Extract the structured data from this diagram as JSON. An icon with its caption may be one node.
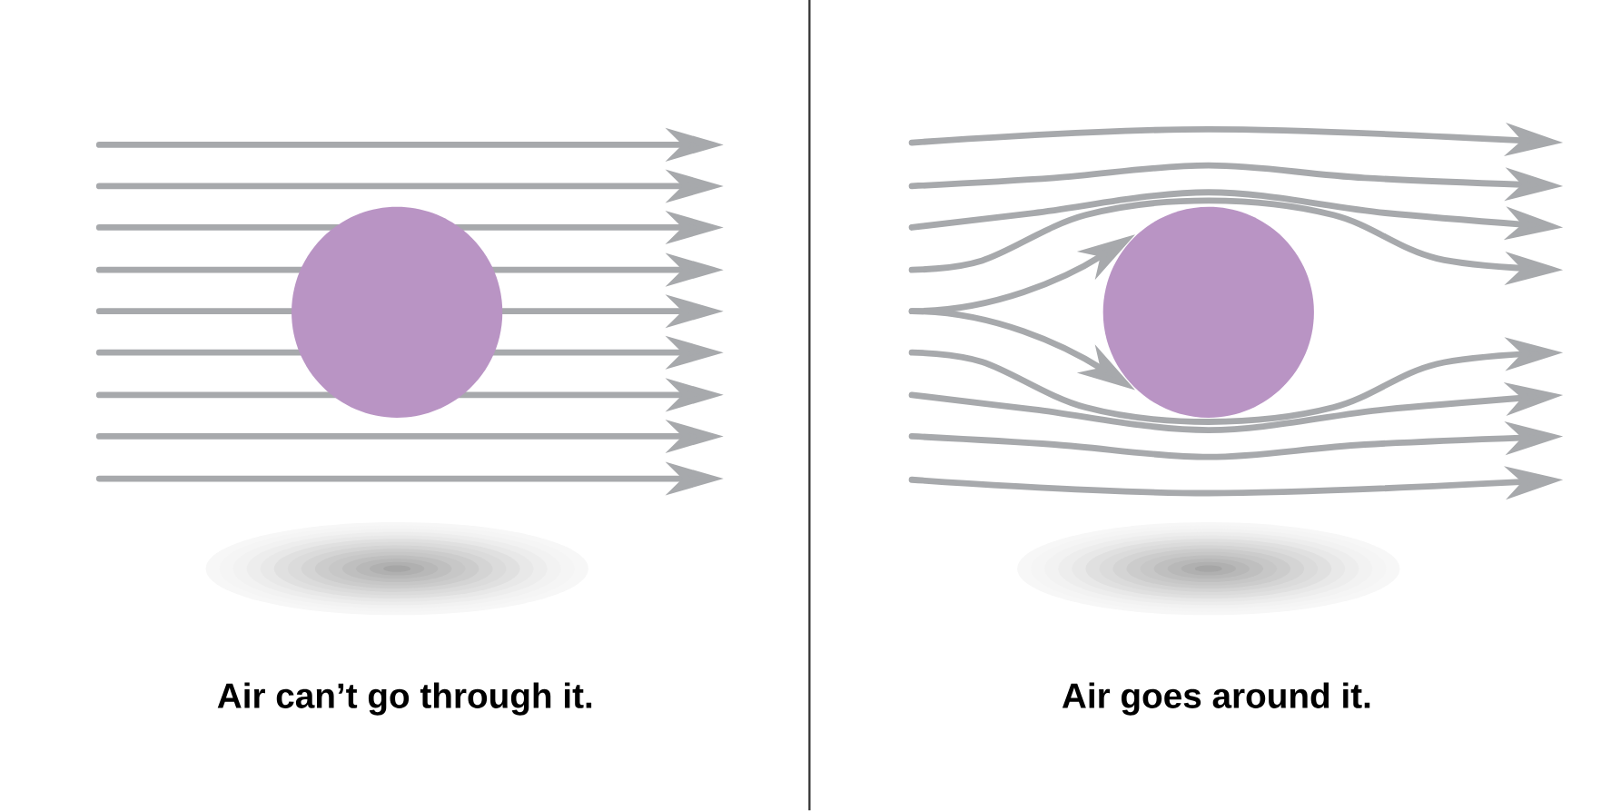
{
  "diagram": {
    "nodes": [
      {
        "text": [],
        "shape": "circle"
      },
      {
        "text": [],
        "shape": "circle"
      }
    ],
    "edges": [
      {
        "from": null,
        "to": 1,
        "arrow": "to"
      },
      {
        "from": null,
        "to": 1,
        "arrow": "to"
      }
    ],
    "labels": [
      "Air can’t go through it.",
      "Air goes around it."
    ]
  }
}
